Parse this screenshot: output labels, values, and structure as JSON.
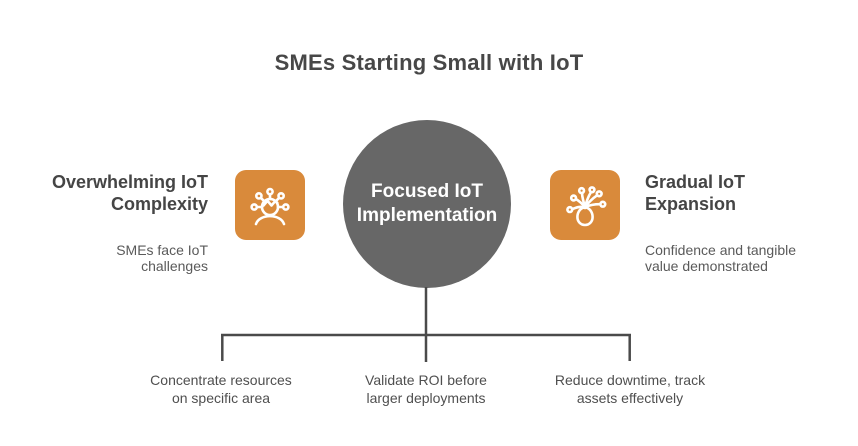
{
  "title": "SMEs Starting Small with IoT",
  "left_item": {
    "heading": "Overwhelming IoT Complexity",
    "heading_lines": [
      "Overwhelming IoT",
      "Complexity"
    ],
    "subtitle": "SMEs face IoT challenges",
    "subtitle_lines": [
      "SMEs face IoT",
      "challenges"
    ],
    "icon": "overwhelmed-person-network-icon"
  },
  "center_item": {
    "label": "Focused IoT Implementation",
    "label_lines": [
      "Focused IoT",
      "Implementation"
    ]
  },
  "right_item": {
    "heading": "Gradual IoT Expansion",
    "heading_lines": [
      "Gradual IoT",
      "Expansion"
    ],
    "subtitle": "Confidence and tangible value demonstrated",
    "subtitle_lines": [
      "Confidence and tangible",
      "value demonstrated"
    ],
    "icon": "growth-tree-network-icon"
  },
  "branches": [
    {
      "text": "Concentrate resources on specific area",
      "lines": [
        "Concentrate resources",
        "on specific area"
      ]
    },
    {
      "text": "Validate ROI before larger deployments",
      "lines": [
        "Validate ROI before",
        "larger deployments"
      ]
    },
    {
      "text": "Reduce downtime, track assets effectively",
      "lines": [
        "Reduce downtime, track",
        "assets effectively"
      ]
    }
  ],
  "colors": {
    "accent": "#d98a3b",
    "circle": "#676767",
    "line": "#4a4a4a",
    "title-color": "#474747",
    "heading-color": "#454545",
    "body-color": "#5a5a5a",
    "label-color": "#4f4f4f",
    "bg": "#ffffff"
  }
}
